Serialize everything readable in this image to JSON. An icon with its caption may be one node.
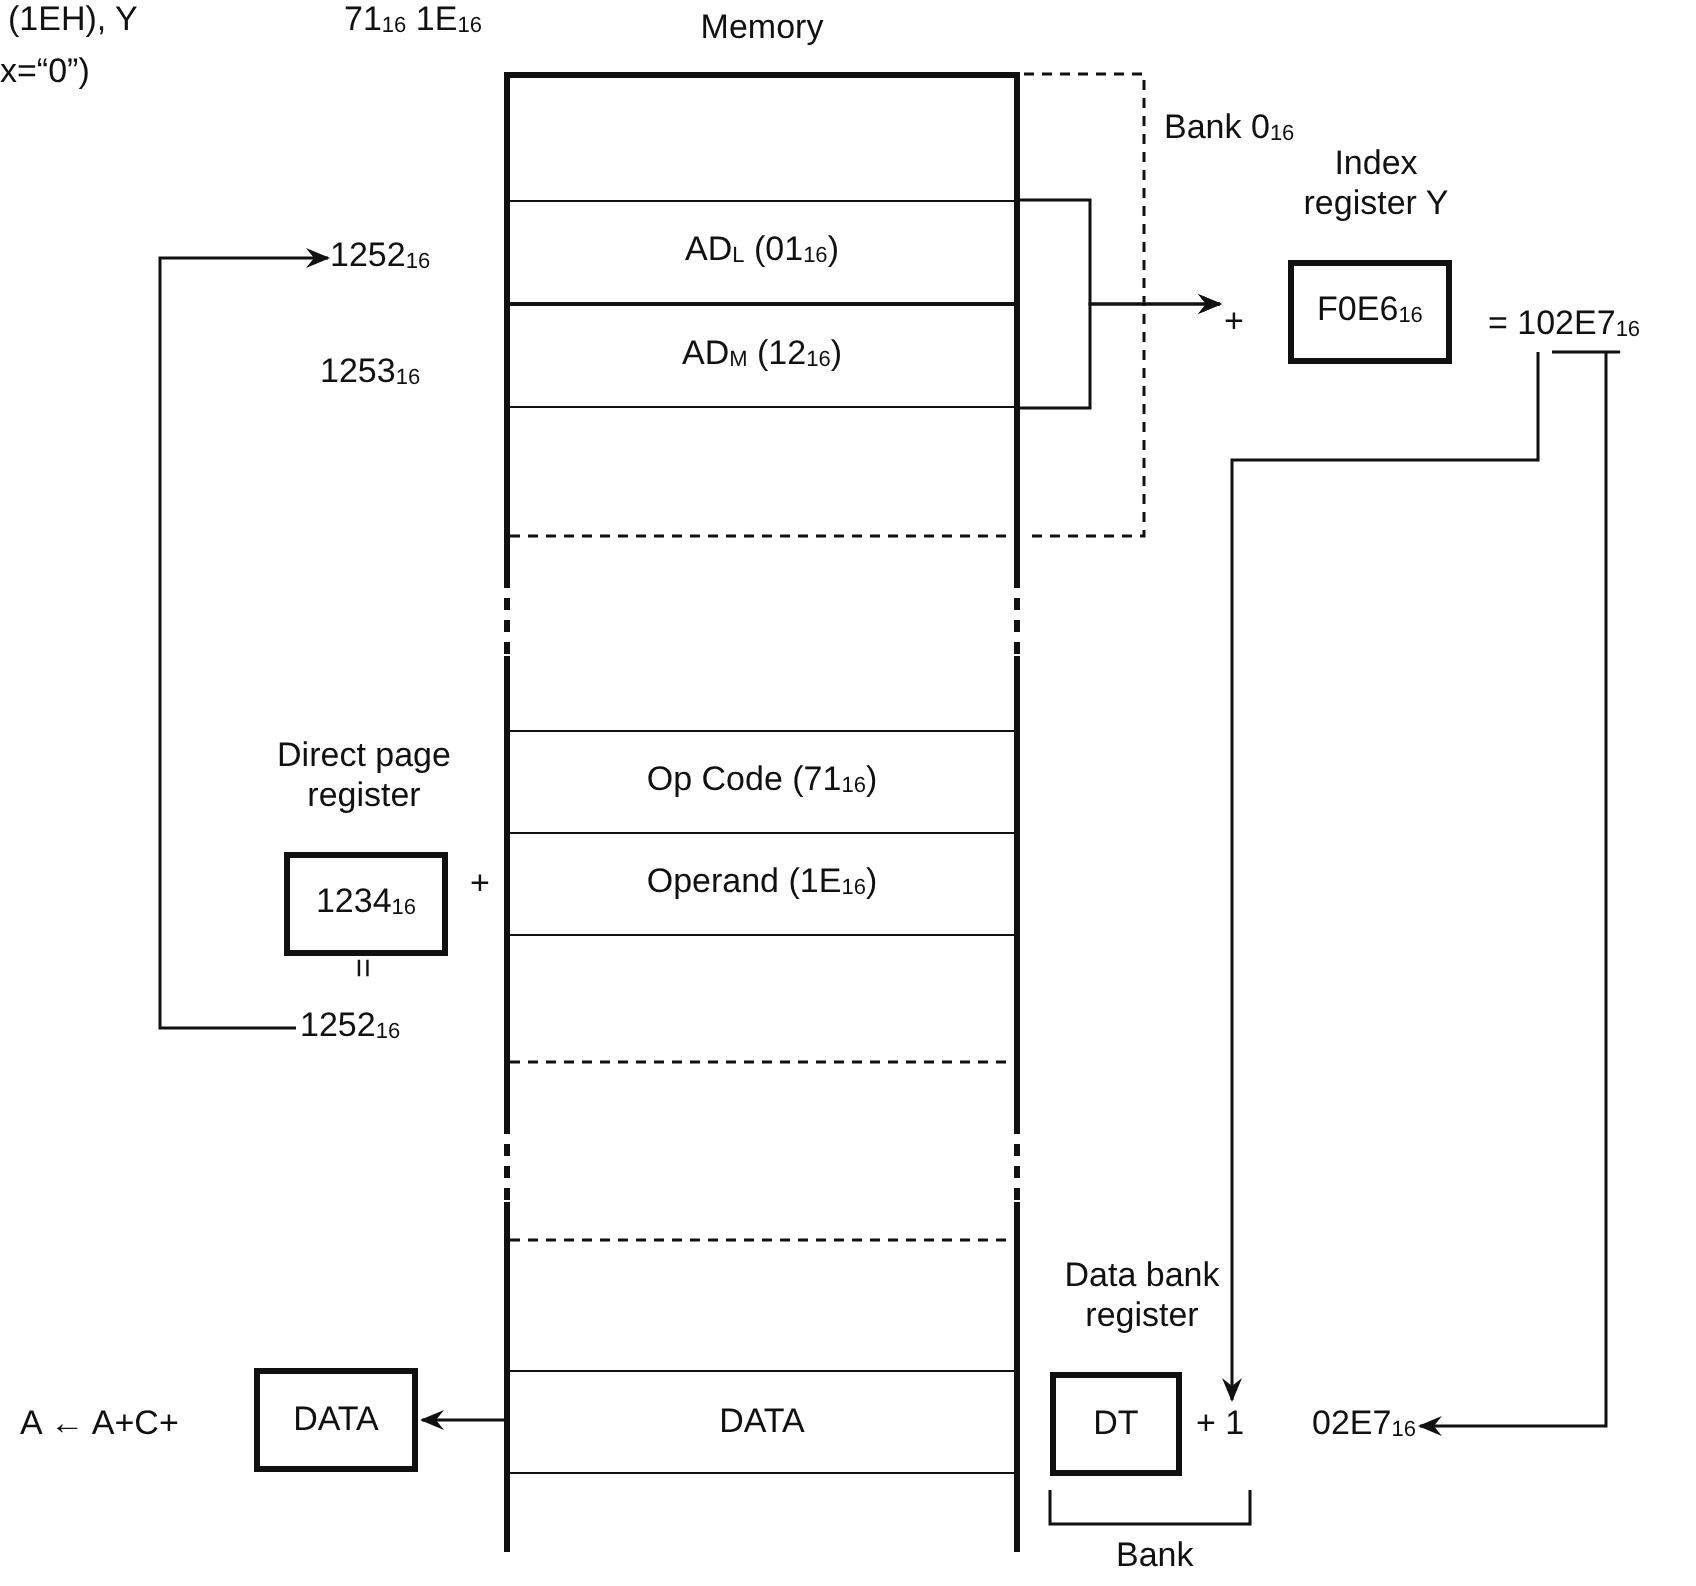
{
  "diagram": {
    "nodes": [
      {
        "text": [
          "Memory"
        ]
      },
      {
        "text": [
          "AD$_{L}$ (01$_{16}$)"
        ],
        "in": 0
      },
      {
        "text": [
          "AD$_{M}$ (12$_{16}$)"
        ],
        "in": 0
      },
      {
        "text": [
          "Op Code (71$_{16}$)"
        ],
        "in": 0
      },
      {
        "text": [
          "Operand (1E$_{16}$)"
        ],
        "in": 0
      },
      {
        "text": [
          "DATA"
        ],
        "in": 0
      },
      {
        "text": [
          "Direct page register",
          "1234$_{16}$"
        ]
      },
      {
        "text": [
          "1252$_{16}$"
        ]
      },
      {
        "text": [
          "1252$_{16}$"
        ]
      },
      {
        "text": [
          "Index register Y",
          "F0E6$_{16}$"
        ]
      },
      {
        "text": [
          "= 102E7$_{16}$"
        ]
      },
      {
        "text": [
          "Data bank register",
          "DT"
        ]
      },
      {
        "text": [
          "02E7$_{16}$"
        ]
      },
      {
        "text": [
          "+ 1"
        ]
      },
      {
        "text": [
          "DATA"
        ]
      }
    ],
    "edges": [
      {
        "from": 1,
        "to": 9,
        "arrow": "to"
      },
      {
        "from": 2,
        "to": 9,
        "arrow": "to"
      },
      {
        "from": 7,
        "to": 8,
        "arrow": "to"
      },
      {
        "from": 10,
        "to": 13,
        "arrow": "to"
      },
      {
        "from": 10,
        "to": 12,
        "arrow": "to"
      },
      {
        "from": 5,
        "to": 14,
        "arrow": "to"
      }
    ],
    "labels": [
      "(1EH), Y",
      "x=“0”)",
      "71$_{16}$ 1E$_{16}$",
      "Bank 0$_{16}$",
      "1253$_{16}$",
      "+",
      "+",
      "=",
      "A ← A+C+",
      "Bank"
    ]
  }
}
